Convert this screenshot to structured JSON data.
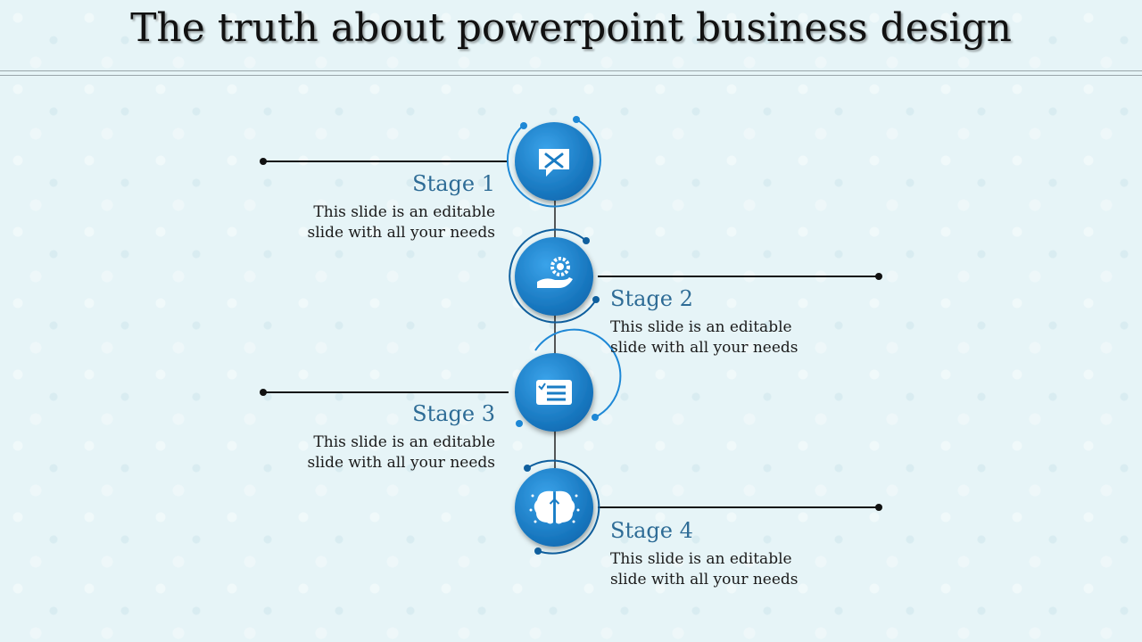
{
  "title": "The truth about powerpoint business design",
  "colors": {
    "accent": "#1e88d6",
    "accent_dark": "#0f5f9e",
    "ring": "#1b6fa8",
    "label": "#2e6c96"
  },
  "stages": [
    {
      "label": "Stage 1",
      "description_line1": "This slide is an editable",
      "description_line2": "slide with all your needs",
      "icon": "tools-chat-icon"
    },
    {
      "label": "Stage 2",
      "description_line1": "This slide is an editable",
      "description_line2": "slide with all your needs",
      "icon": "hand-gear-icon"
    },
    {
      "label": "Stage 3",
      "description_line1": "This slide is an editable",
      "description_line2": "slide with all your needs",
      "icon": "checklist-card-icon"
    },
    {
      "label": "Stage 4",
      "description_line1": "This slide is an editable",
      "description_line2": "slide with all your needs",
      "icon": "brain-icon"
    }
  ]
}
